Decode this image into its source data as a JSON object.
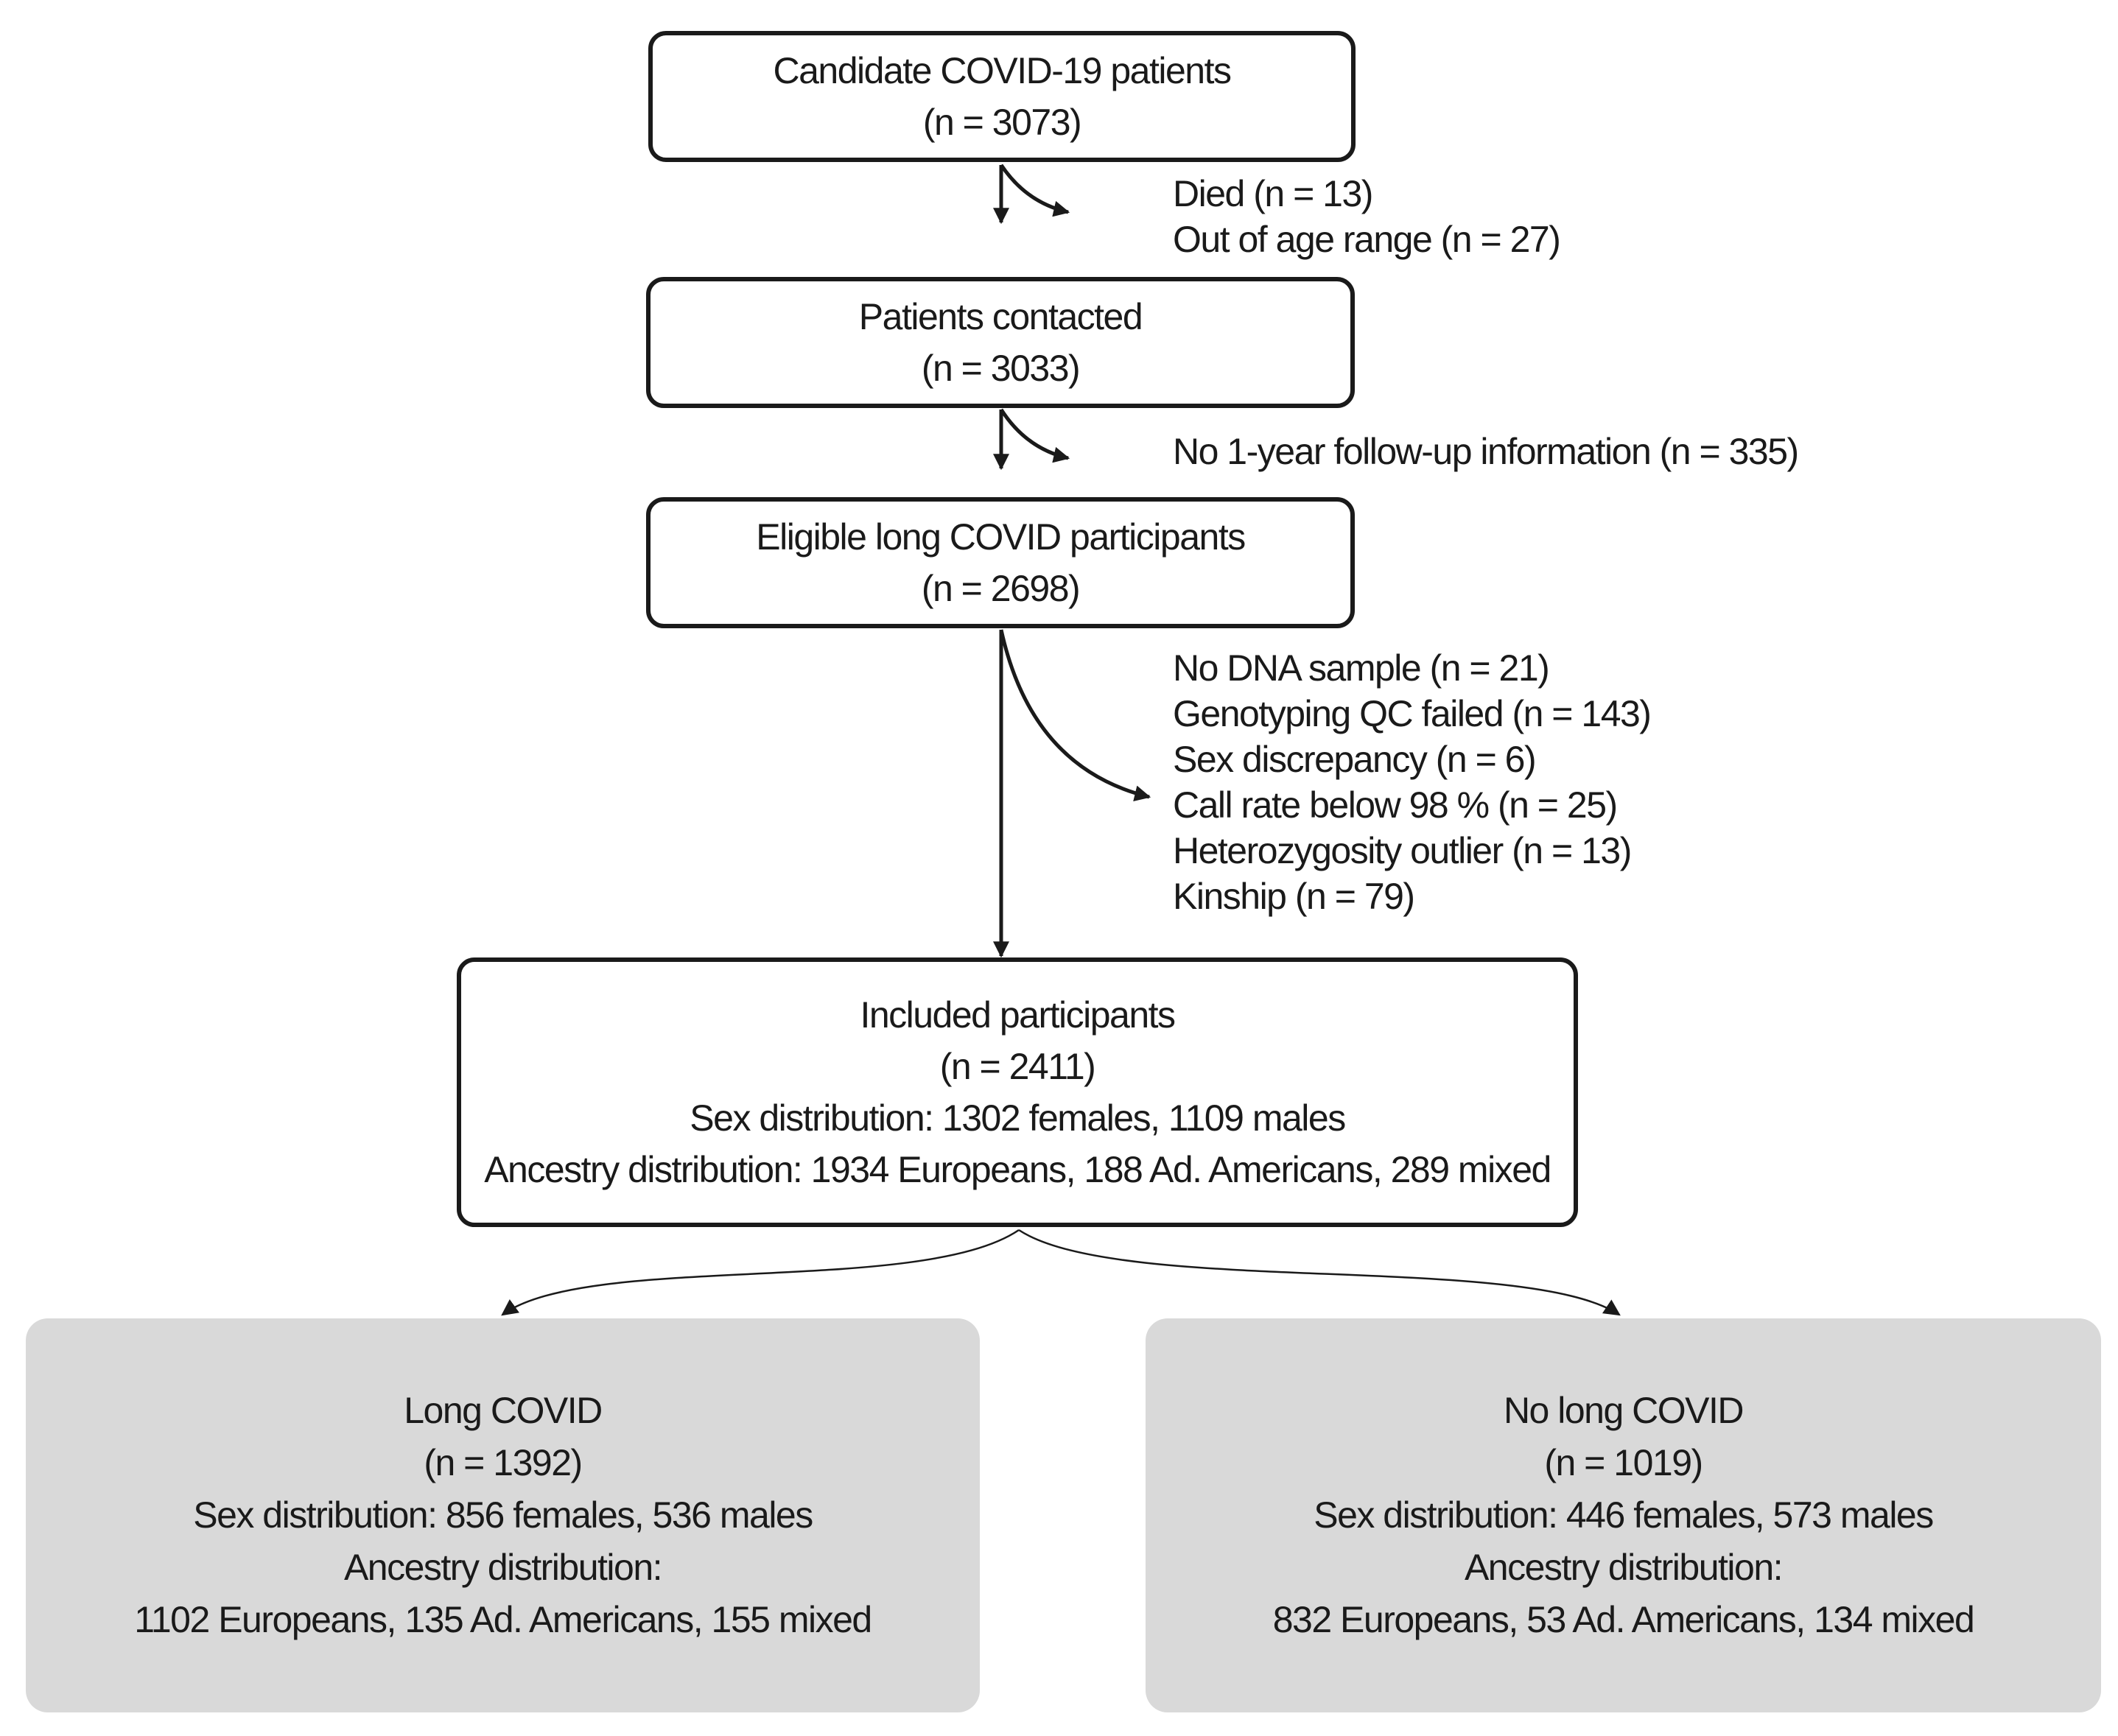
{
  "boxes": {
    "candidate": {
      "title": "Candidate COVID-19 patients",
      "count": "(n = 3073)"
    },
    "contacted": {
      "title": "Patients contacted",
      "count": "(n = 3033)"
    },
    "eligible": {
      "title": "Eligible long COVID participants",
      "count": "(n = 2698)"
    },
    "included": {
      "title": "Included participants",
      "count": "(n = 2411)",
      "sex": "Sex distribution: 1302 females, 1109 males",
      "ancestry": "Ancestry distribution: 1934 Europeans, 188 Ad. Americans, 289 mixed"
    },
    "long_covid": {
      "title": "Long COVID",
      "count": "(n =  1392)",
      "sex": "Sex distribution: 856 females, 536 males",
      "ancestry_label": "Ancestry distribution:",
      "ancestry": "1102 Europeans, 135 Ad. Americans, 155 mixed"
    },
    "no_long_covid": {
      "title": "No long COVID",
      "count": "(n =  1019)",
      "sex": "Sex distribution: 446 females, 573 males",
      "ancestry_label": "Ancestry distribution:",
      "ancestry": "832 Europeans, 53 Ad. Americans, 134 mixed"
    }
  },
  "exclusions": {
    "first": [
      "Died (n = 13)",
      "Out of age range (n = 27)"
    ],
    "second": [
      "No 1-year follow-up information (n = 335)"
    ],
    "third": [
      "No DNA sample (n = 21)",
      "Genotyping QC failed (n = 143)",
      "Sex discrepancy (n = 6)",
      "Call rate below 98 % (n = 25)",
      "Heterozygosity outlier (n = 13)",
      "Kinship  (n = 79)"
    ]
  },
  "colors": {
    "stroke": "#1a1a1a",
    "result_fill": "#d9d9d9",
    "background": "#ffffff"
  }
}
